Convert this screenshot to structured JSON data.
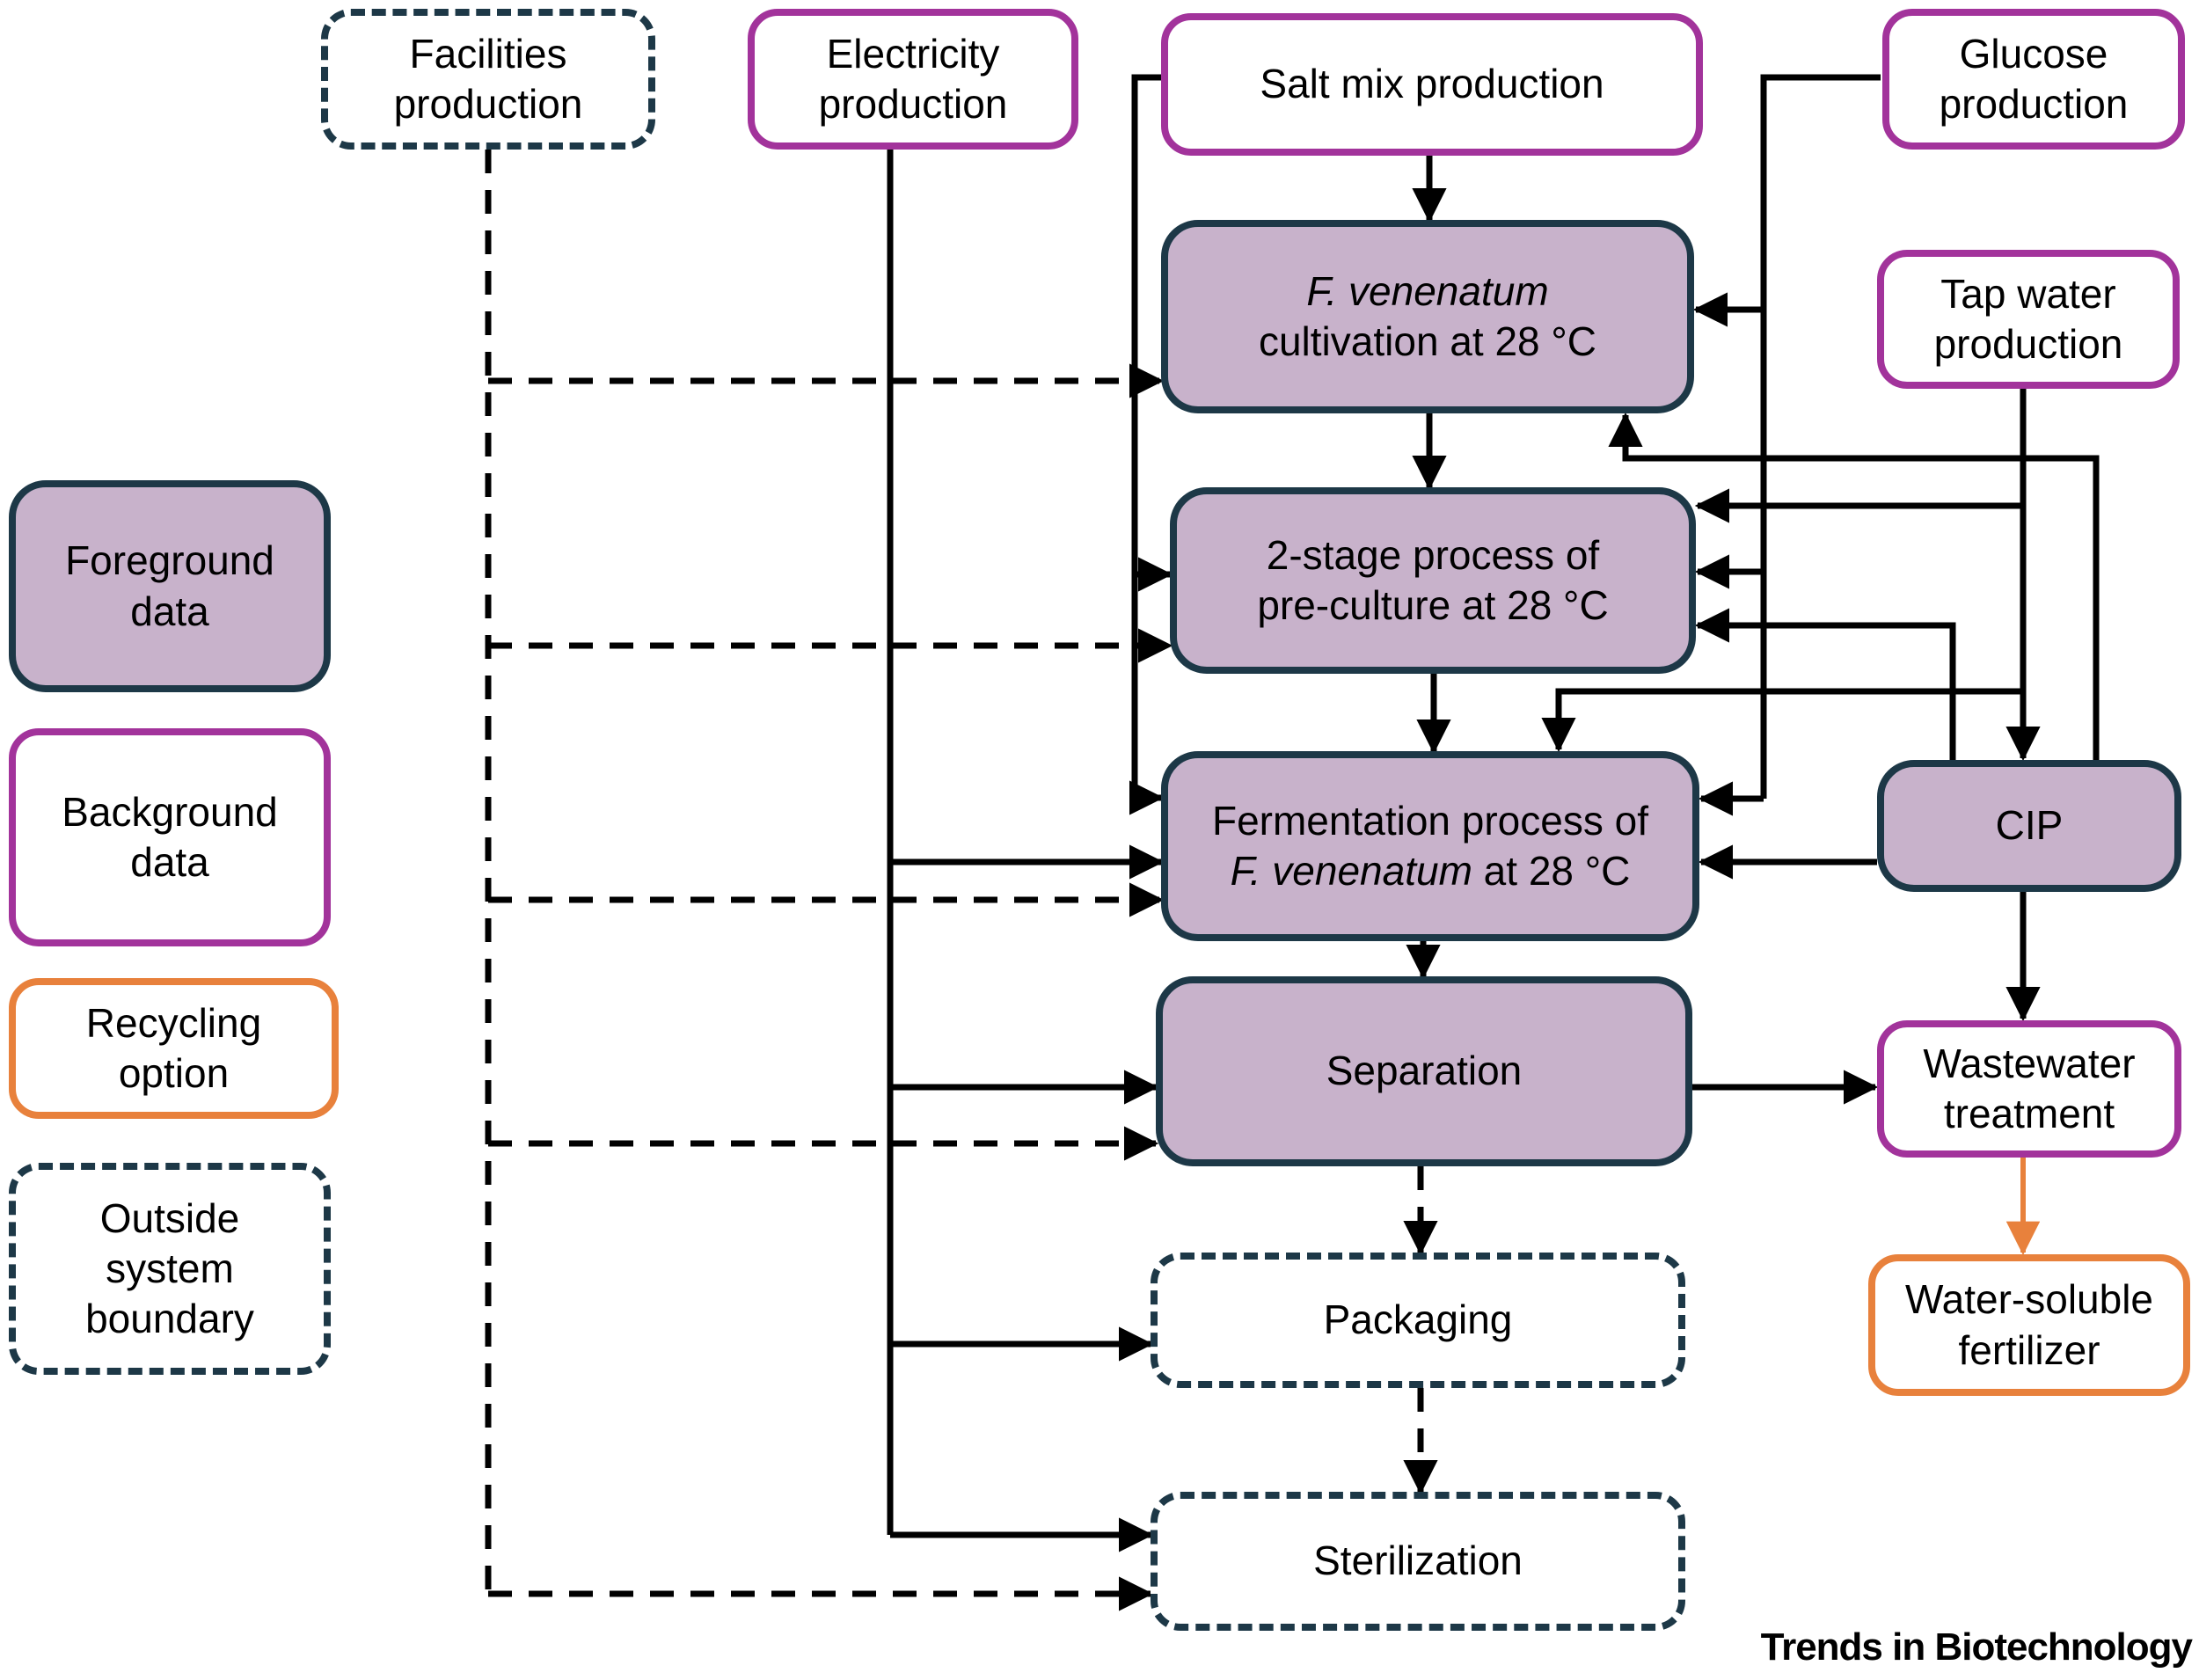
{
  "colors": {
    "mauve": "#c8b2cb",
    "navy": "#1d3847",
    "purple": "#a2339b",
    "orange": "#e8813c",
    "line": "#000000"
  },
  "nodes": {
    "facilities_production": {
      "line1": "Facilities",
      "line2": "production"
    },
    "electricity_production": {
      "line1": "Electricity",
      "line2": "production"
    },
    "salt_mix_production": {
      "line1": "Salt mix production"
    },
    "glucose_production": {
      "line1": "Glucose",
      "line2": "production"
    },
    "tap_water_production": {
      "line1": "Tap water",
      "line2": "production"
    },
    "cultivation": {
      "line1_italic": "F. venenatum",
      "line2": "cultivation at 28 °C"
    },
    "pre_culture": {
      "line1": "2-stage process of",
      "line2": "pre-culture at 28 °C"
    },
    "fermentation": {
      "line1": "Fermentation process of",
      "line2_italic": "F. venenatum",
      "line2_rest": " at 28 °C"
    },
    "cip": {
      "line1": "CIP"
    },
    "separation": {
      "line1": "Separation"
    },
    "wastewater_treatment": {
      "line1": "Wastewater",
      "line2": "treatment"
    },
    "water_soluble_fertilizer": {
      "line1": "Water-soluble",
      "line2": "fertilizer"
    },
    "packaging": {
      "line1": "Packaging"
    },
    "sterilization": {
      "line1": "Sterilization"
    }
  },
  "legend": {
    "foreground_data": {
      "line1": "Foreground",
      "line2": "data"
    },
    "background_data": {
      "line1": "Background",
      "line2": "data"
    },
    "recycling_option": {
      "line1": "Recycling",
      "line2": "option"
    },
    "outside_system_boundary": {
      "line1": "Outside",
      "line2": "system",
      "line3": "boundary"
    }
  },
  "footer": {
    "journal_wordmark": "Trends in Biotechnology"
  }
}
